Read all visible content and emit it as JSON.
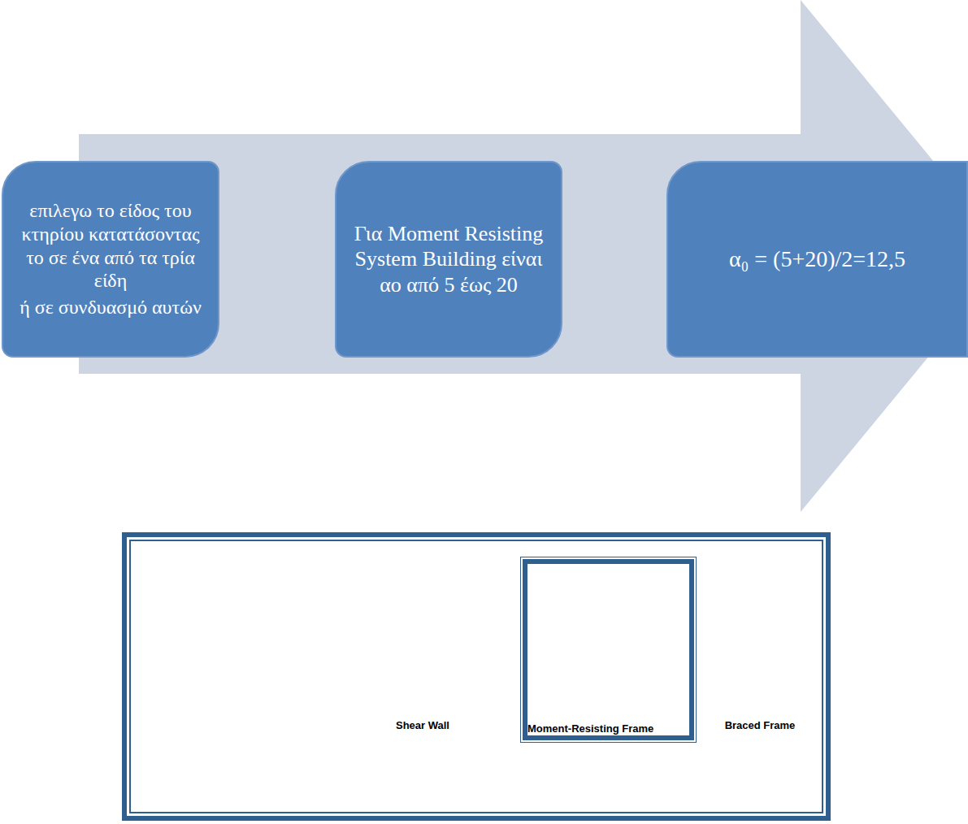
{
  "diagram": {
    "nodes": [
      {
        "text": [
          "επιλεγω το είδος του κτηρίου κατατάσοντας το σε ένα από τα τρία είδη",
          "ή σε συνδυασμό αυτών"
        ]
      },
      {
        "text": [
          "Για Moment Resisting System Building είναι αο από 5 έως 20"
        ]
      },
      {
        "text": [
          "α₀ = (5+20)/2=12,5"
        ]
      },
      {
        "text": [
          "Shear Wall",
          "Braced Frame"
        ]
      },
      {
        "text": [
          "Moment-Resisting Frame"
        ],
        "in": 3
      }
    ],
    "edges": [
      {
        "from": 0,
        "to": 3,
        "arrow": "to"
      }
    ]
  }
}
